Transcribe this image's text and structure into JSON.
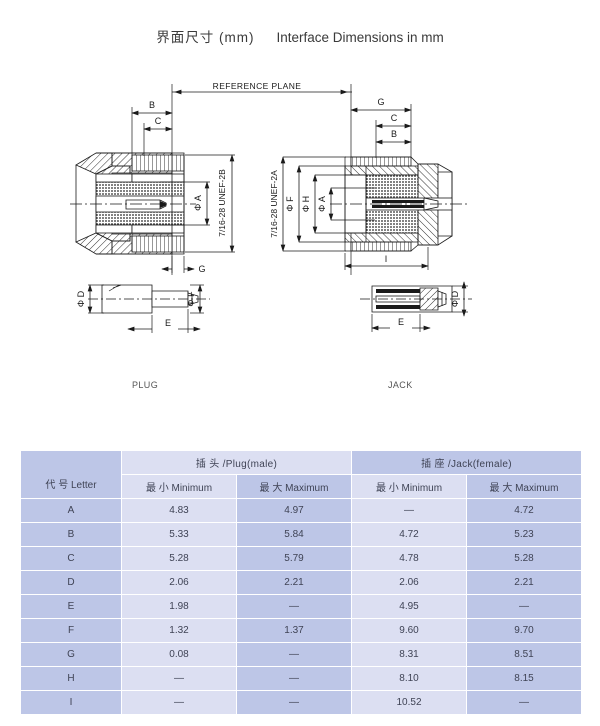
{
  "title": {
    "chinese": "界面尺寸 (mm)",
    "english": "Interface Dimensions in mm"
  },
  "drawing": {
    "reference_plane_label": "REFERENCE PLANE",
    "plug_caption": "PLUG",
    "jack_caption": "JACK",
    "plug_thread": "7/16-28 UNEF-2B",
    "jack_thread": "7/16-28 UNEF-2A",
    "labels": {
      "B": "B",
      "C": "C",
      "G": "G",
      "I": "I",
      "E": "E",
      "dia_A": "Φ A",
      "dia_D": "Φ D",
      "dia_F": "Φ F",
      "dia_H": "Φ H"
    }
  },
  "table": {
    "corner_label": "",
    "groups": [
      {
        "label": "插 头 /Plug(male)"
      },
      {
        "label": "插 座 /Jack(female)"
      }
    ],
    "headers": {
      "letter": "代  号 Letter",
      "minimum": "最  小 Minimum",
      "maximum": "最  大 Maximum"
    },
    "rows": [
      {
        "letter": "A",
        "plug_min": "4.83",
        "plug_max": "4.97",
        "jack_min": "—",
        "jack_max": "4.72"
      },
      {
        "letter": "B",
        "plug_min": "5.33",
        "plug_max": "5.84",
        "jack_min": "4.72",
        "jack_max": "5.23"
      },
      {
        "letter": "C",
        "plug_min": "5.28",
        "plug_max": "5.79",
        "jack_min": "4.78",
        "jack_max": "5.28"
      },
      {
        "letter": "D",
        "plug_min": "2.06",
        "plug_max": "2.21",
        "jack_min": "2.06",
        "jack_max": "2.21"
      },
      {
        "letter": "E",
        "plug_min": "1.98",
        "plug_max": "—",
        "jack_min": "4.95",
        "jack_max": "—"
      },
      {
        "letter": "F",
        "plug_min": "1.32",
        "plug_max": "1.37",
        "jack_min": "9.60",
        "jack_max": "9.70"
      },
      {
        "letter": "G",
        "plug_min": "0.08",
        "plug_max": "—",
        "jack_min": "8.31",
        "jack_max": "8.51"
      },
      {
        "letter": "H",
        "plug_min": "—",
        "plug_max": "—",
        "jack_min": "8.10",
        "jack_max": "8.15"
      },
      {
        "letter": "I",
        "plug_min": "—",
        "plug_max": "—",
        "jack_min": "10.52",
        "jack_max": "—"
      }
    ]
  },
  "colors": {
    "cell_dark": "#bdc6e7",
    "cell_light": "#dcdff2",
    "text": "#3f4355",
    "line": "#1a1a1a"
  }
}
